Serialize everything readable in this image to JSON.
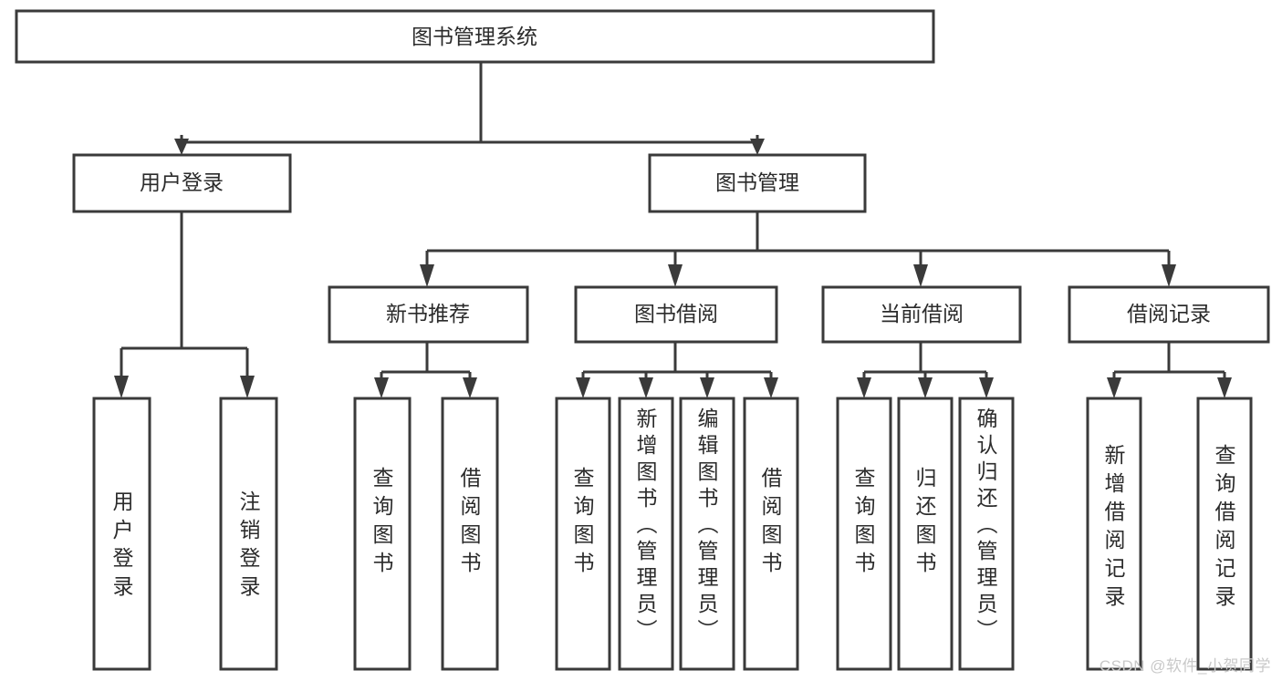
{
  "diagram": {
    "type": "tree-hierarchy",
    "title": "图书管理系统",
    "orientation": "top-down",
    "colors": {
      "box_stroke": "#3a3a3a",
      "box_fill": "#ffffff",
      "text": "#2b2b2b",
      "connector": "#3a3a3a",
      "background": "#ffffff",
      "watermark": "#c9c9c9"
    },
    "nodes": {
      "root": {
        "label": "图书管理系统"
      },
      "level2": [
        {
          "label": "用户登录"
        },
        {
          "label": "图书管理"
        }
      ],
      "level3": [
        {
          "label": "新书推荐"
        },
        {
          "label": "图书借阅"
        },
        {
          "label": "当前借阅"
        },
        {
          "label": "借阅记录"
        }
      ],
      "leaves_user_login": [
        {
          "label": "用户登录"
        },
        {
          "label": "注销登录"
        }
      ],
      "leaves_new_book": [
        {
          "label": "查询图书"
        },
        {
          "label": "借阅图书"
        }
      ],
      "leaves_book_borrow": [
        {
          "label": "查询图书"
        },
        {
          "label": "新增图书（管理员）"
        },
        {
          "label": "编辑图书（管理员）"
        },
        {
          "label": "借阅图书"
        }
      ],
      "leaves_current_borrow": [
        {
          "label": "查询图书"
        },
        {
          "label": "归还图书"
        },
        {
          "label": "确认归还（管理员）"
        }
      ],
      "leaves_borrow_record": [
        {
          "label": "新增借阅记录"
        },
        {
          "label": "查询借阅记录"
        }
      ]
    }
  },
  "watermark": {
    "text": "CSDN @软件_小贺同学"
  }
}
